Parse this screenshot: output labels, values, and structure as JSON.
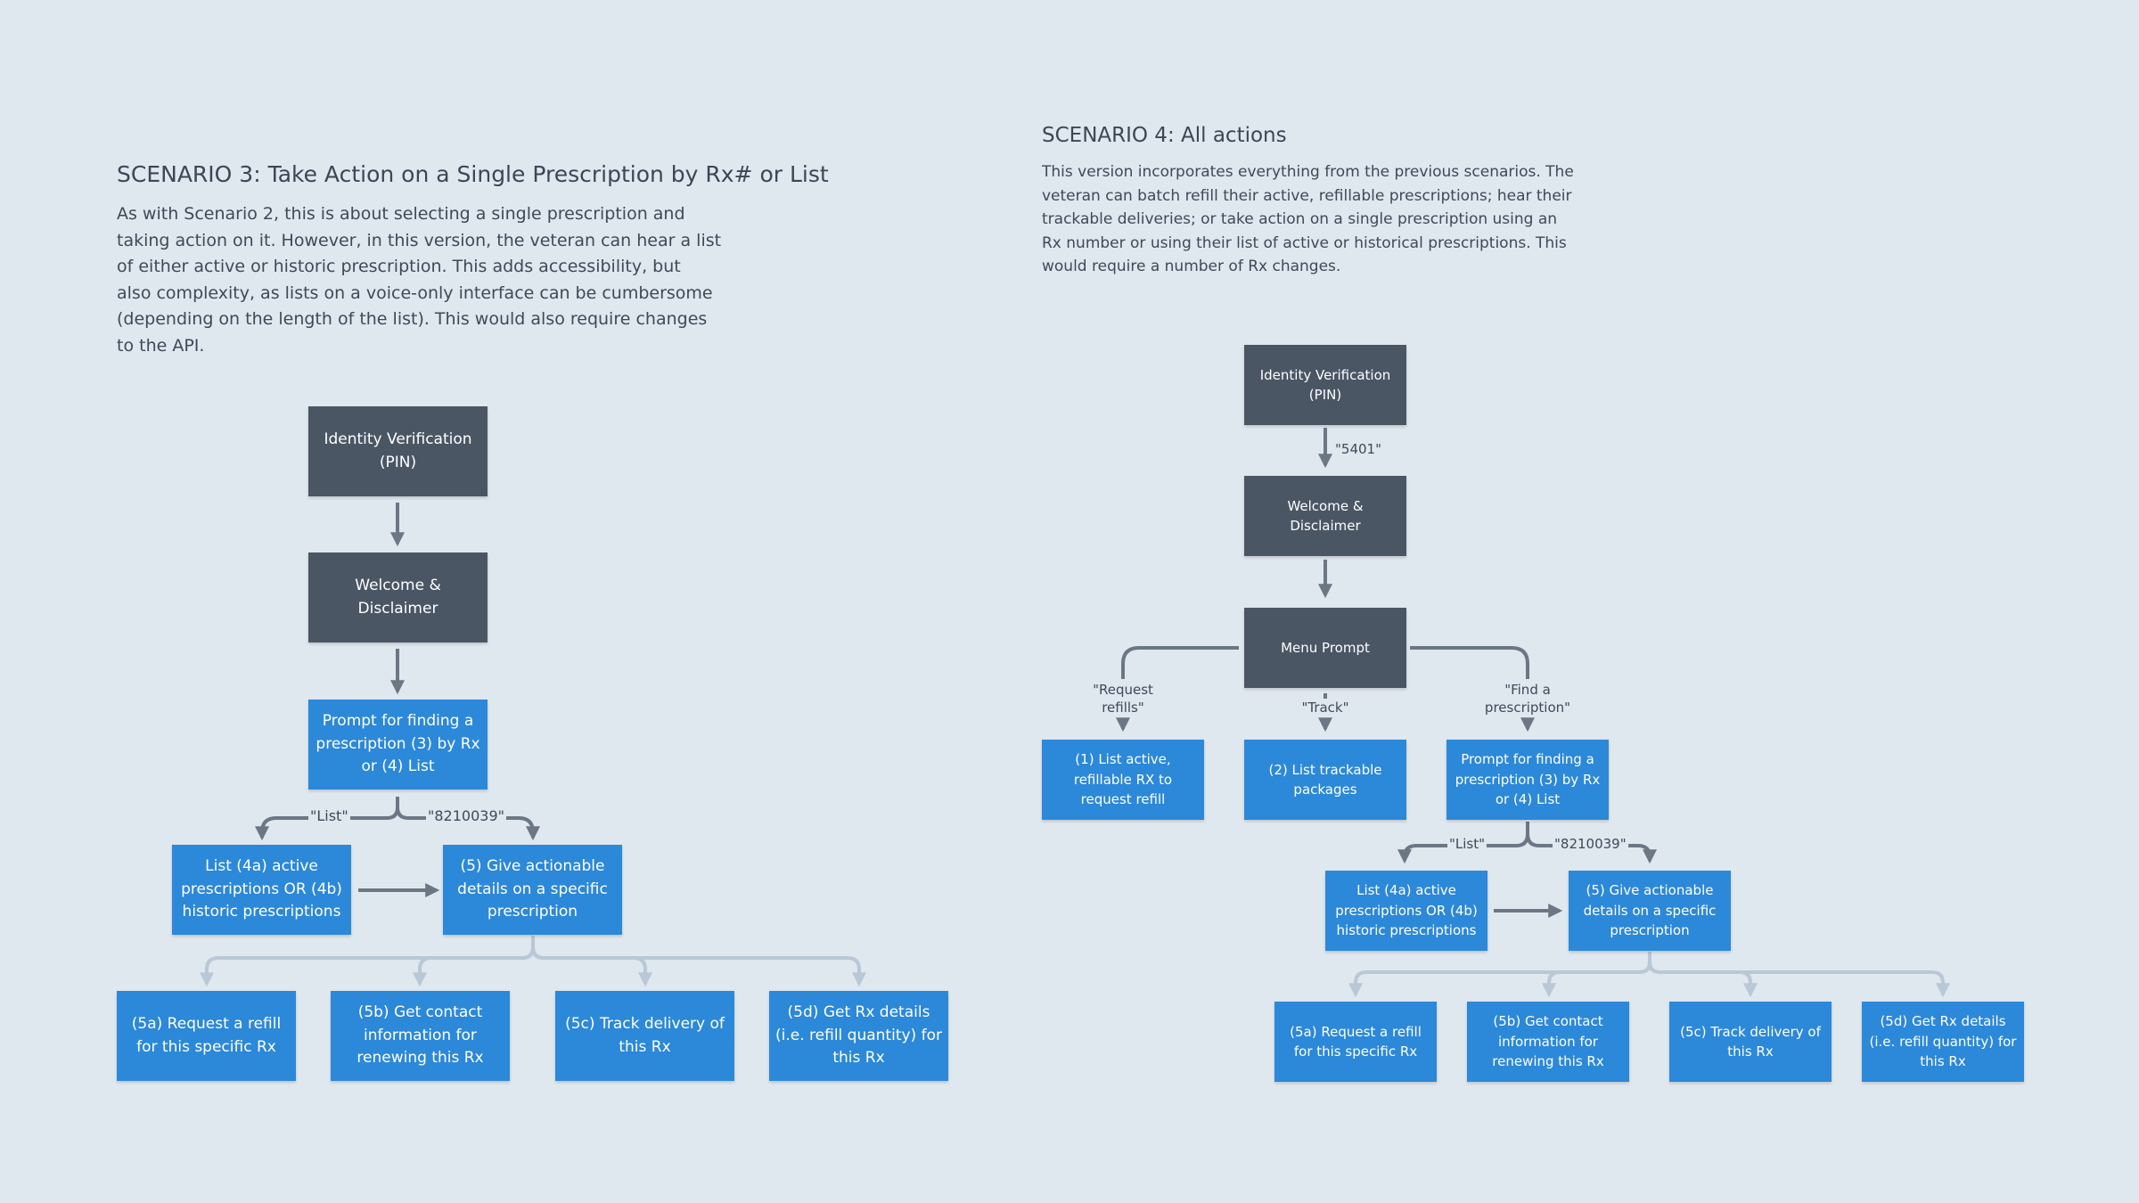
{
  "scenario3": {
    "title": "SCENARIO 3: Take Action on a Single Prescription by Rx# or List",
    "description": "As with Scenario 2, this is about selecting a single prescription and\ntaking action on it. However, in this version, the veteran can hear a list\nof either active or historic prescription. This adds accessibility, but\nalso complexity, as lists on a voice-only interface can be cumbersome\n(depending on the length of the list). This would also require changes\nto the API.",
    "nodes": {
      "identity": "Identity Verification\n(PIN)",
      "welcome": "Welcome &\nDisclaimer",
      "prompt": "Prompt for finding a\nprescription (3) by Rx\nor (4) List",
      "list": "List (4a) active\nprescriptions OR (4b)\nhistoric prescriptions",
      "details": "(5) Give actionable\ndetails on a specific\nprescription",
      "a5": "(5a) Request a refill\nfor this specific Rx",
      "b5": "(5b) Get contact\ninformation for\nrenewing this Rx",
      "c5": "(5c) Track delivery of\nthis Rx",
      "d5": "(5d) Get Rx details\n(i.e. refill quantity) for\nthis Rx"
    },
    "labels": {
      "list": "\"List\"",
      "rx": "\"8210039\""
    }
  },
  "scenario4": {
    "title": "SCENARIO 4: All actions",
    "description": "This version incorporates everything from the previous scenarios. The\nveteran can batch refill their active, refillable prescriptions; hear their\ntrackable deliveries; or take action on a single prescription using an\nRx number or using their list of active or historical prescriptions. This\nwould require a number of Rx changes.",
    "nodes": {
      "identity": "Identity Verification\n(PIN)",
      "welcome": "Welcome &\nDisclaimer",
      "menu": "Menu Prompt",
      "refill": "(1) List active,\nrefillable RX to\nrequest refill",
      "track": "(2) List trackable\npackages",
      "prompt": "Prompt for finding a\nprescription (3) by Rx\nor (4) List",
      "list": "List (4a) active\nprescriptions OR (4b)\nhistoric prescriptions",
      "details": "(5) Give actionable\ndetails on a specific\nprescription",
      "a5": "(5a) Request a refill\nfor this specific Rx",
      "b5": "(5b) Get contact\ninformation for\nrenewing this Rx",
      "c5": "(5c) Track delivery of\nthis Rx",
      "d5": "(5d) Get Rx details\n(i.e. refill quantity) for\nthis Rx"
    },
    "labels": {
      "pin": "\"5401\"",
      "refills": "\"Request\nrefills\"",
      "track": "\"Track\"",
      "find": "\"Find a\nprescription\"",
      "list": "\"List\"",
      "rx": "\"8210039\""
    }
  },
  "colors": {
    "dark_node": "#4a5664",
    "blue_node": "#2c88d9",
    "connector": "#6b7785",
    "light_connector": "#b9c8d6",
    "background": "#dfe7ef"
  }
}
